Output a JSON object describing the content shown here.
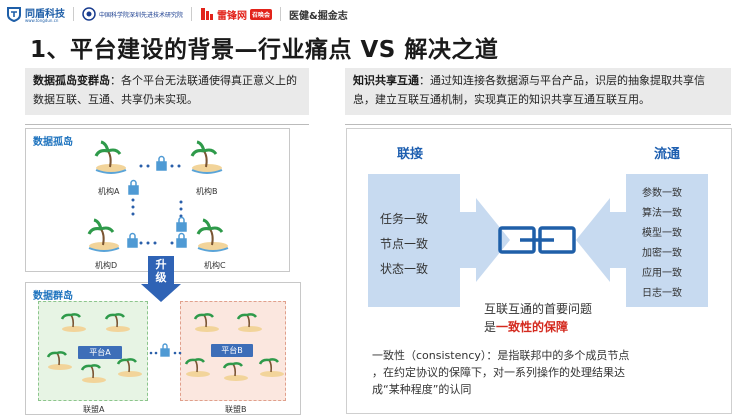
{
  "header": {
    "logo1_name": "同盾科技",
    "logo1_url": "www.tongdun.cn",
    "logo2_name": "中国科学院深圳先进技术研究院",
    "logo3_name": "雷锋网",
    "logo3_tag": "召唤会",
    "logo4_name": "医健&掘金志"
  },
  "title": "1、平台建设的背景—行业痛点 VS 解决之道",
  "left_desc": {
    "bold": "数据孤岛变群岛",
    "text": "：各个平台无法联通使得真正意义上的数据互联、互通、共享仍未实现。"
  },
  "right_desc": {
    "bold": "知识共享互通",
    "text": "：通过知连接各数据源与平台产品，识层的抽象提取共享信息，建立互联互通机制，实现真正的知识共享互通互联互用。"
  },
  "islands_panel": {
    "label": "数据孤岛",
    "nodes": [
      "机构A",
      "机构B",
      "机构D",
      "机构C"
    ]
  },
  "upgrade": {
    "label": "升级"
  },
  "archipelago_panel": {
    "label": "数据群岛",
    "platform_a": "平台A",
    "platform_b": "平台B",
    "alliance_a": "联盟A",
    "alliance_b": "联盟B"
  },
  "solution": {
    "connect_title": "联接",
    "flow_title": "流通",
    "connect_items": [
      "任务一致",
      "节点一致",
      "状态一致"
    ],
    "flow_items": [
      "参数一致",
      "算法一致",
      "模型一致",
      "加密一致",
      "应用一致",
      "日志一致"
    ],
    "question_line1": "互联互通的首要问题",
    "question_prefix": "是",
    "question_highlight": "一致性的保障",
    "note_line1": "一致性（consistency）：是指联邦中的多个成员节点",
    "note_line2": "，在约定协议的保障下，对一系列操作的处理结果达",
    "note_line3": "成“某种程度”的认同"
  },
  "colors": {
    "accent_blue": "#1e73be",
    "box_blue": "#c7daf0",
    "highlight_red": "#d42a1f"
  }
}
